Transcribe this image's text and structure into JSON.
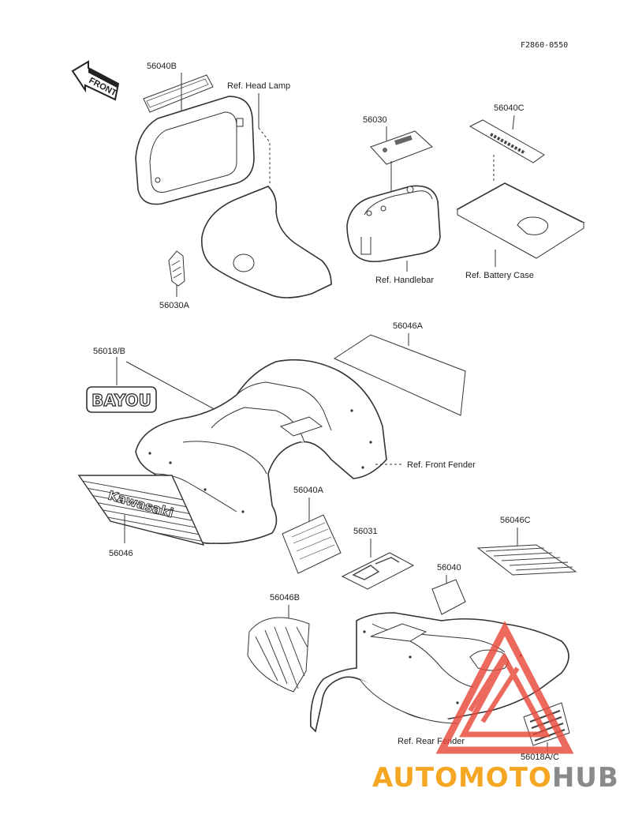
{
  "diagram_code": "F2860-0550",
  "front_arrow_text": "FRONT",
  "decal_texts": {
    "bayou": "BAYOU",
    "kawasaki": "Kawasaki"
  },
  "parts": [
    {
      "id": "56040B",
      "label": "56040B"
    },
    {
      "id": "56030A",
      "label": "56030A"
    },
    {
      "id": "56030",
      "label": "56030"
    },
    {
      "id": "56040C",
      "label": "56040C"
    },
    {
      "id": "56018B",
      "label": "56018/B"
    },
    {
      "id": "56046A",
      "label": "56046A"
    },
    {
      "id": "56046",
      "label": "56046"
    },
    {
      "id": "56040A",
      "label": "56040A"
    },
    {
      "id": "56031",
      "label": "56031"
    },
    {
      "id": "56040",
      "label": "56040"
    },
    {
      "id": "56046C",
      "label": "56046C"
    },
    {
      "id": "56046B",
      "label": "56046B"
    },
    {
      "id": "56018AC",
      "label": "56018A/C"
    }
  ],
  "references": {
    "head_lamp": "Ref. Head Lamp",
    "handlebar": "Ref. Handlebar",
    "battery_case": "Ref. Battery Case",
    "front_fender": "Ref. Front Fender",
    "rear_fender": "Ref. Rear Fender"
  },
  "watermark": {
    "part1": "AUTOMOTO",
    "part2": "HUB",
    "color_primary": "#f5a623",
    "color_secondary": "#8a8a8a",
    "triangle_color": "#e84a3a"
  }
}
